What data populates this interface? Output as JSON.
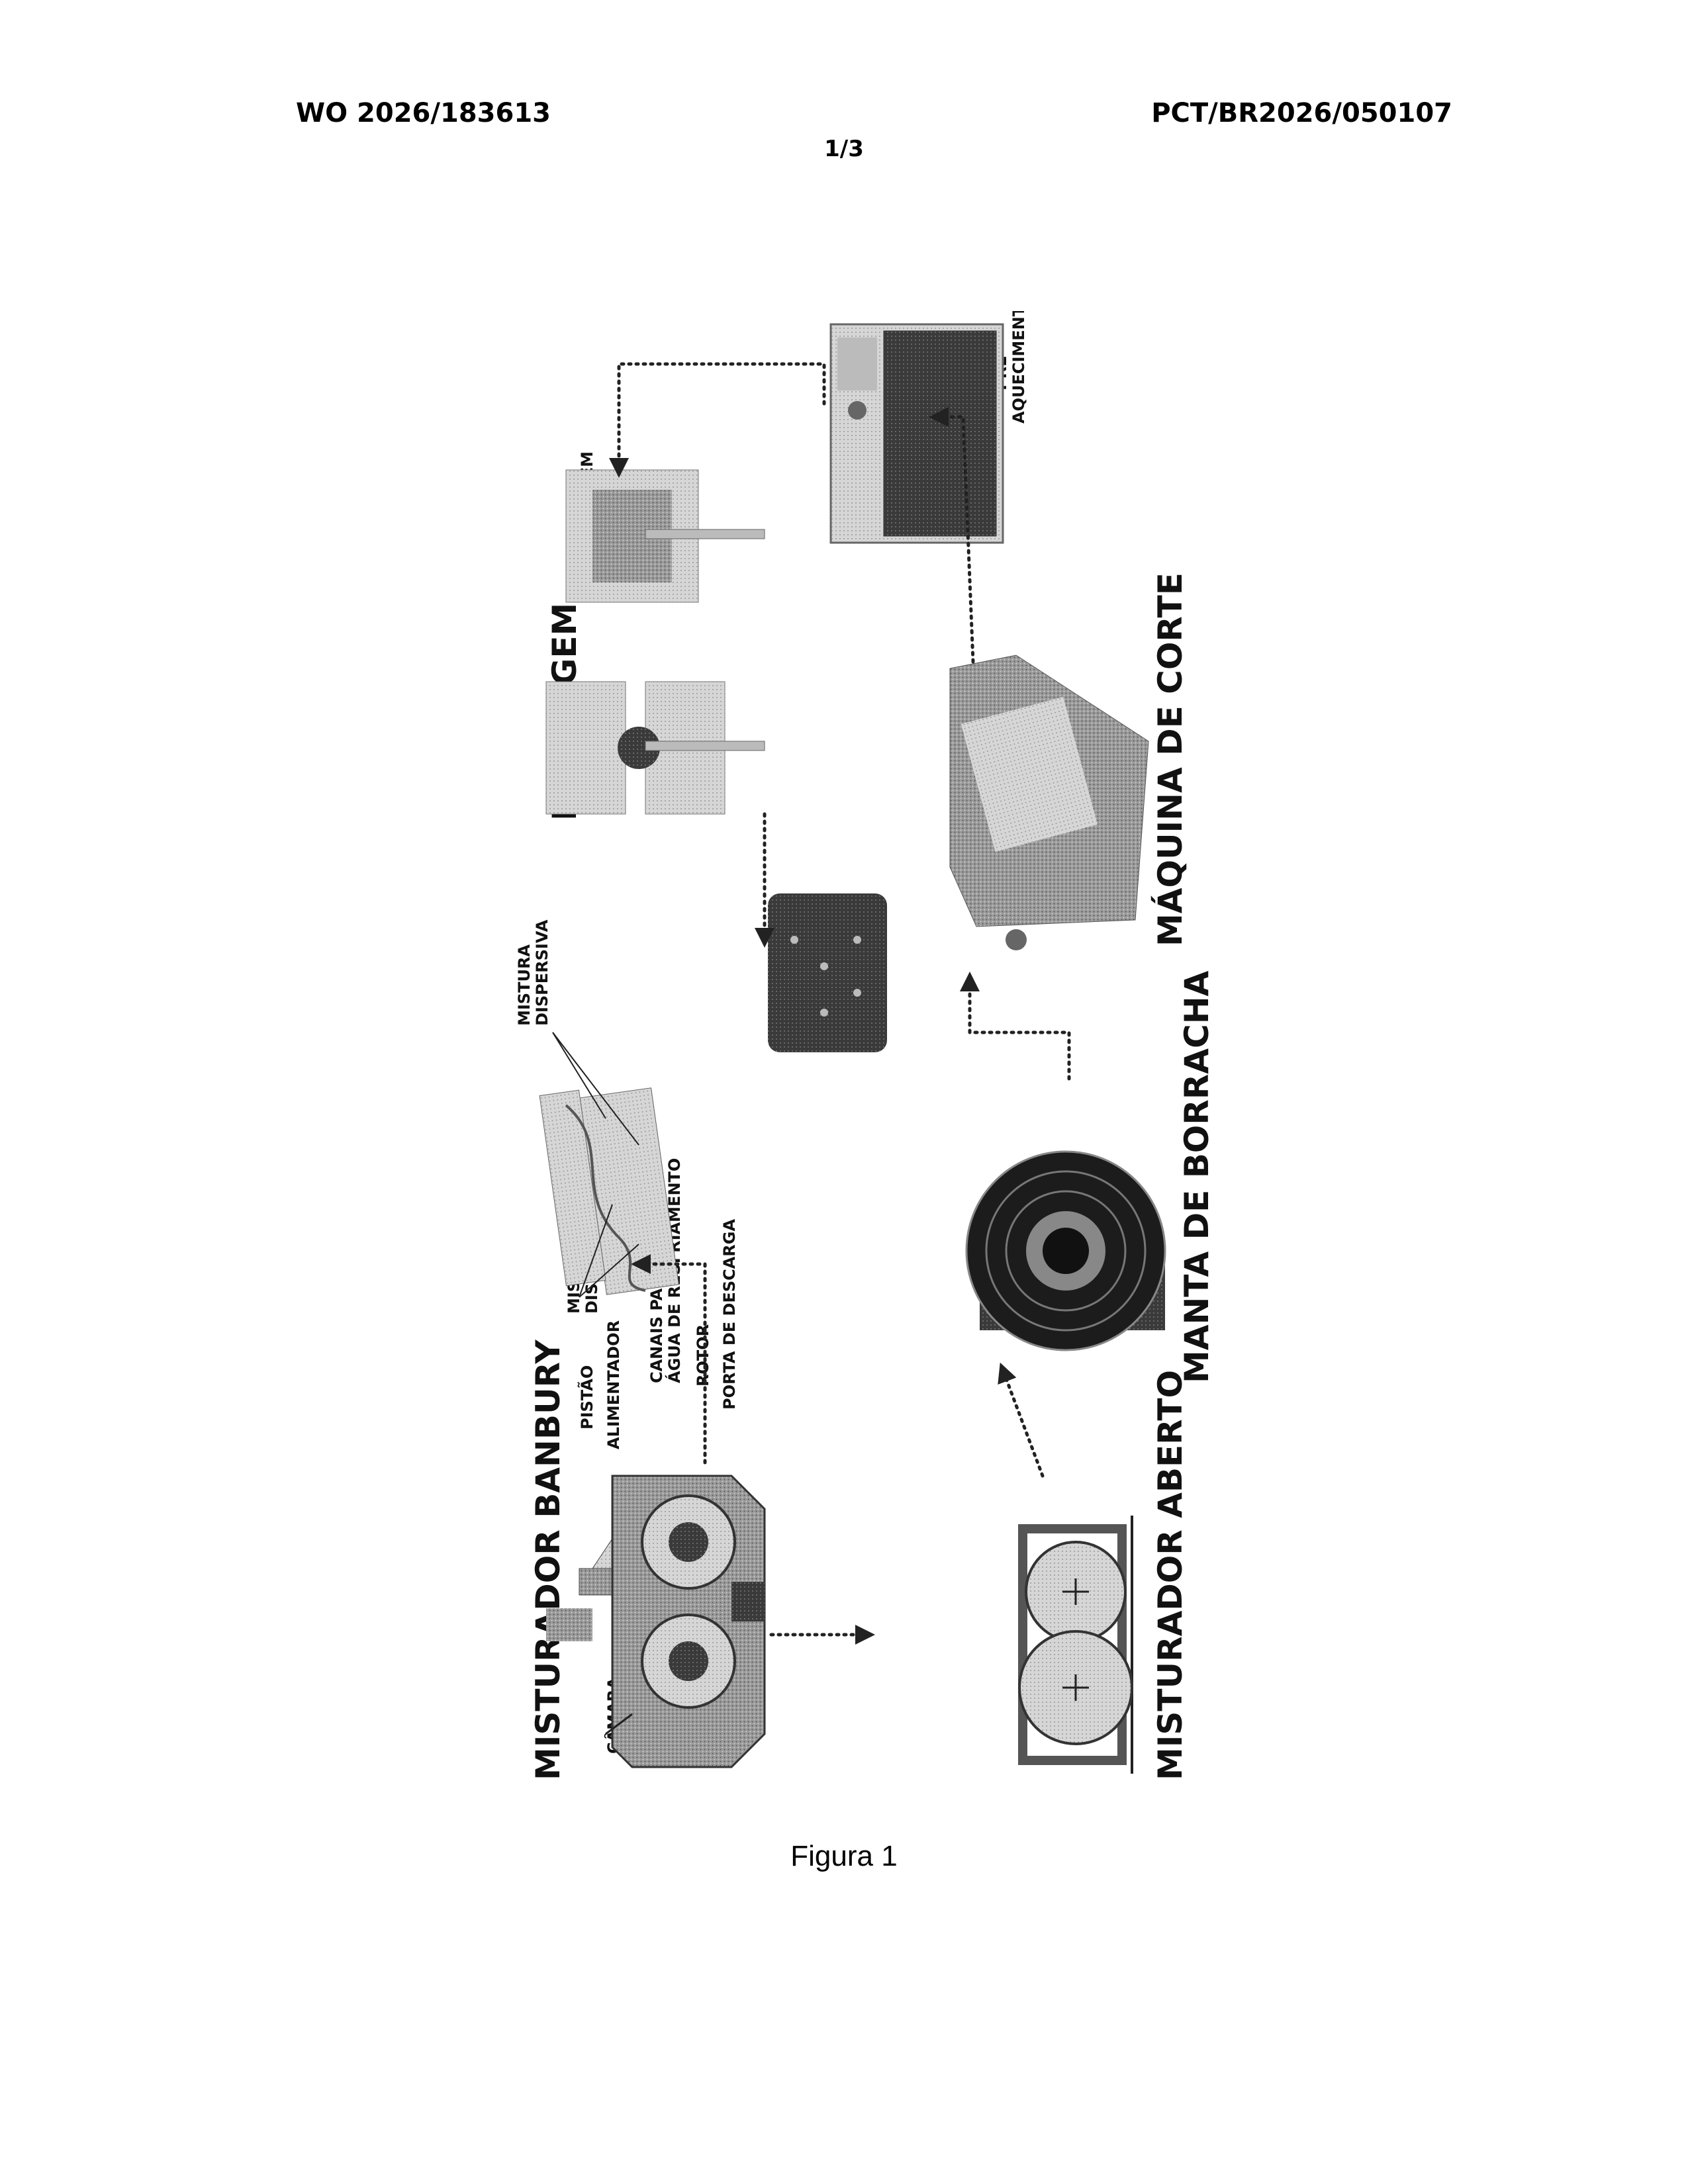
{
  "header": {
    "publication_number": "WO 2026/183613",
    "application_number": "PCT/BR2026/050107",
    "sheet": "1/3"
  },
  "figure": {
    "caption": "Figura 1",
    "labels": {
      "banbury_title": "MISTURADOR BANBURY",
      "pistao": "PISTÃO",
      "alimentador": "ALIMENTADOR",
      "camara": "CÂMARA",
      "canais_line1": "CANAIS PARA VAPOR OU",
      "canais_line2": "ÁGUA DE RESFRIAMENTO",
      "rotor": "ROTOR",
      "porta_descarga": "PORTA DE DESCARGA",
      "mistura_distributiva_1": "MISTURA",
      "mistura_distributiva_2": "DISTRIBUTIVA",
      "mistura_dispersiva_1": "MISTURA",
      "mistura_dispersiva_2": "DISPERSIVA",
      "misturador_aberto": "MISTURADOR ABERTO",
      "manta_borracha": "MANTA DE BORRACHA",
      "maquina_corte": "MÁQUINA DE CORTE",
      "moldagem_title": "MOLDAGEM",
      "moldagem_small": "MOLDAGEM",
      "pre_line1": "PRÉ-",
      "pre_line2": "AQUECIMENTO"
    }
  }
}
